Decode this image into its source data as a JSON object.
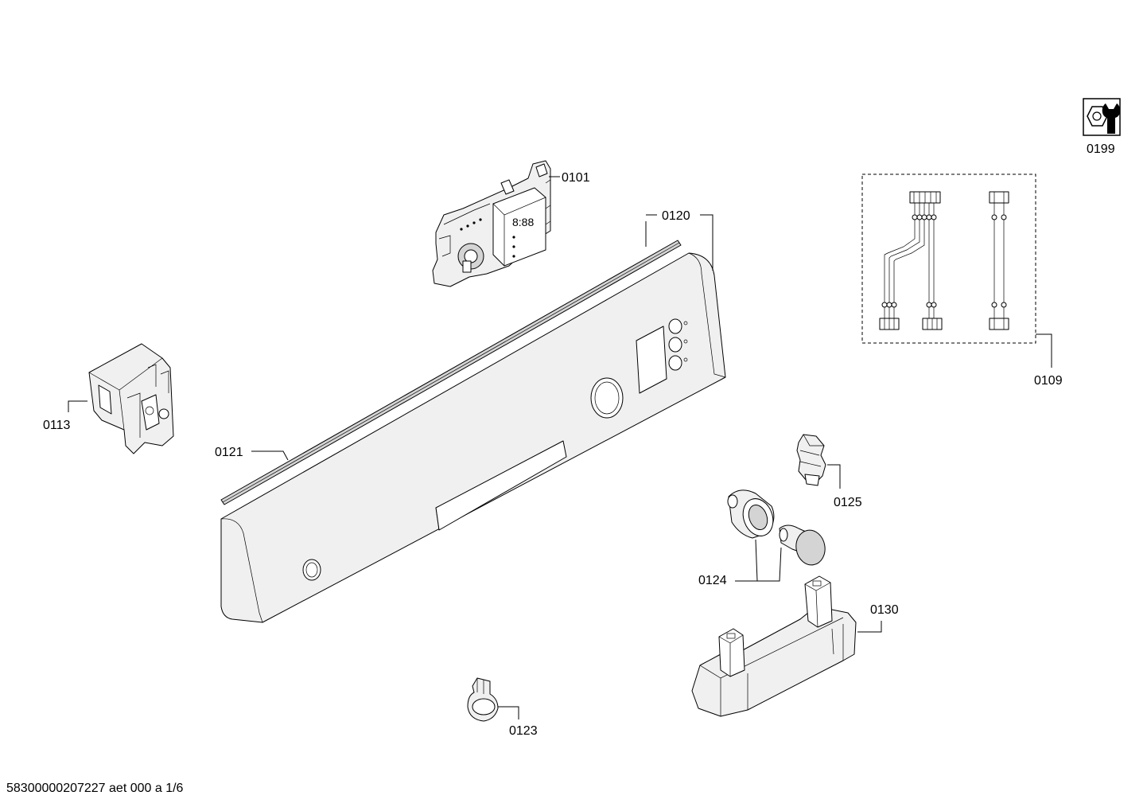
{
  "diagram": {
    "parts": [
      {
        "id": "0101"
      },
      {
        "id": "0109"
      },
      {
        "id": "0113"
      },
      {
        "id": "0120"
      },
      {
        "id": "0121"
      },
      {
        "id": "0123"
      },
      {
        "id": "0124"
      },
      {
        "id": "0125"
      },
      {
        "id": "0130"
      },
      {
        "id": "0199"
      }
    ],
    "display_text": "8:88",
    "footer": "58300000207227 aet 000 a 1/6"
  }
}
